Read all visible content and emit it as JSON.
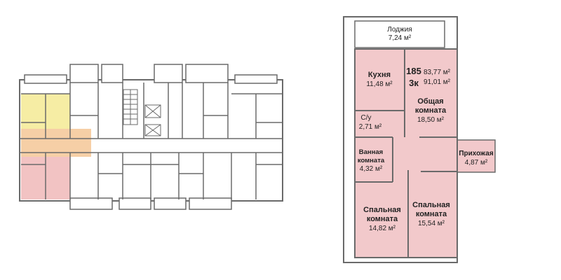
{
  "colors": {
    "wall": "#6a6a6a",
    "room_fill": "#ffffff",
    "yellow_zone": "#f6eda4",
    "pink_zone": "#f2c3c3",
    "peach_zone": "#f6cfa6",
    "apartment_fill": "#f2c9cb",
    "loggia_fill": "#ffffff",
    "text": "#222222"
  },
  "floor_plan": {
    "icons": [
      "stairs-icon",
      "elevator-icon"
    ]
  },
  "apartment": {
    "number": "185",
    "type": "3к",
    "area_living": "83,77 м²",
    "area_total": "91,01 м²",
    "rooms": [
      {
        "name": "Лоджия",
        "area": "7,24 м²"
      },
      {
        "name": "Кухня",
        "area": "11,48 м²"
      },
      {
        "name": "Общая комната",
        "name_line1": "Общая",
        "name_line2": "комната",
        "area": "18,50 м²"
      },
      {
        "name": "С/у",
        "area": "2,71 м²"
      },
      {
        "name": "Ванная комната",
        "name_line1": "Ванная",
        "name_line2": "комната",
        "area": "4,32 м²"
      },
      {
        "name": "Прихожая",
        "area": "4,87 м²"
      },
      {
        "name": "Спальная комната",
        "name_line1": "Спальная",
        "name_line2": "комната",
        "area": "14,82 м²"
      },
      {
        "name": "Спальная комната",
        "name_line1": "Спальная",
        "name_line2": "комната",
        "area": "15,54 м²"
      }
    ]
  }
}
